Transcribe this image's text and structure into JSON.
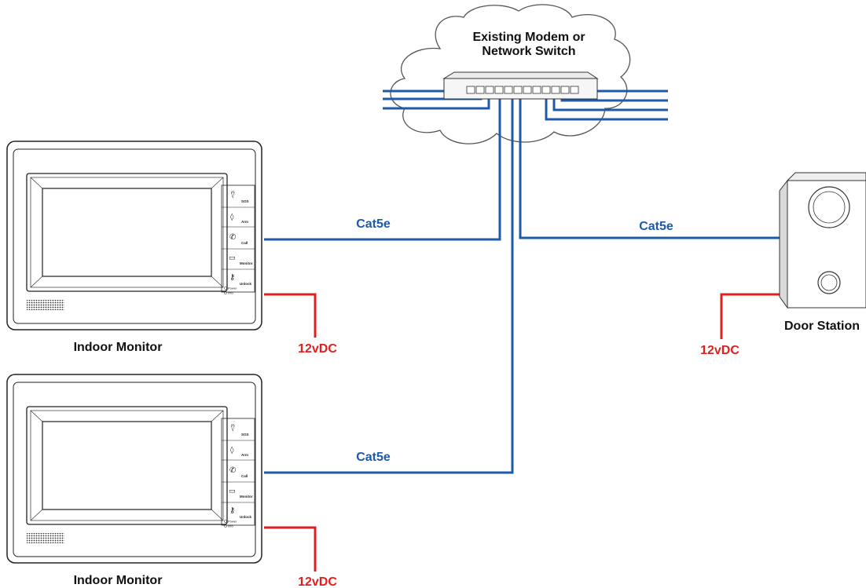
{
  "switch": {
    "label_line1": "Existing Modem or",
    "label_line2": "Network Switch"
  },
  "cable_label": "Cat5e",
  "power_label": "12vDC",
  "monitor": {
    "label": "Indoor Monitor",
    "buttons": [
      "SOS",
      "Arm",
      "Call",
      "Monitor",
      "Unlock"
    ],
    "leds": [
      "Power",
      "Info"
    ]
  },
  "door_station": {
    "label": "Door Station"
  },
  "colors": {
    "network_cable": "#1f5aa8",
    "power_cable": "#e02020",
    "label_blue": "#1f5aa8",
    "label_red": "#e02020"
  }
}
